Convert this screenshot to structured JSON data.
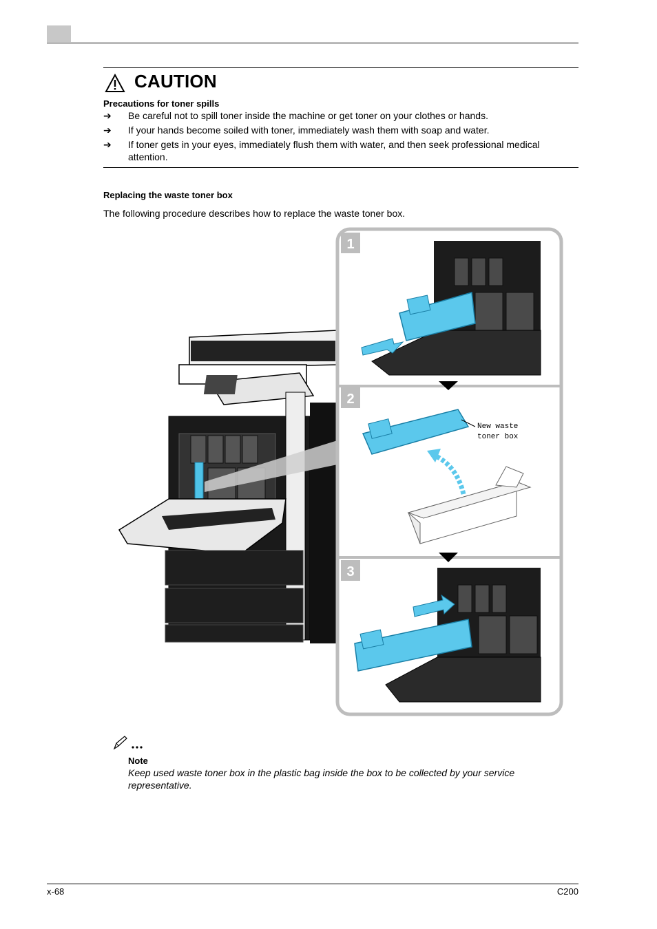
{
  "caution": {
    "title": "CAUTION",
    "subhead": "Precautions for toner spills",
    "bullet_symbol": "➔",
    "bullets": [
      "Be careful not to spill toner inside the machine or get toner on your clothes or hands.",
      "If your hands become soiled with toner, immediately wash them with soap and water.",
      "If toner gets in your eyes, immediately flush them with water, and then seek professional medical attention."
    ]
  },
  "section": {
    "title": "Replacing the waste toner box",
    "intro": "The following procedure describes how to replace the waste toner box."
  },
  "figure": {
    "steps": [
      "1",
      "2",
      "3"
    ],
    "label_line1": "New waste",
    "label_line2": "toner box"
  },
  "note": {
    "label": "Note",
    "text": "Keep used waste toner box in the plastic bag inside the box to be collected by your service representative."
  },
  "footer": {
    "page": "x-68",
    "model": "C200"
  }
}
